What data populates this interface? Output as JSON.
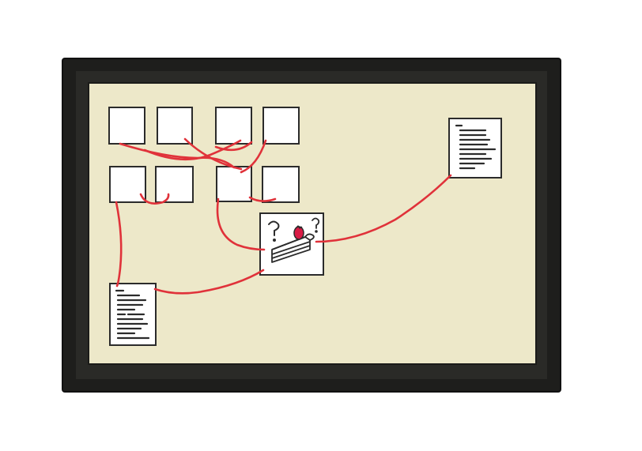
{
  "colors": {
    "background": "#ffffff",
    "frame": "#1e1e1c",
    "frame_inner": "#2a2a27",
    "board": "#ede8c9",
    "card": "#ffffff",
    "card_border": "#2b2b2b",
    "string": "#e0323a",
    "text_lines": "#2b2b2b",
    "strawberry": "#d81b45"
  },
  "board": {
    "card_count": 8,
    "documents": 2,
    "central_photo": "cake-slice-with-question-marks"
  },
  "icons": {
    "photo": "cake-icon",
    "question": "question-mark-icon",
    "document": "document-icon"
  }
}
